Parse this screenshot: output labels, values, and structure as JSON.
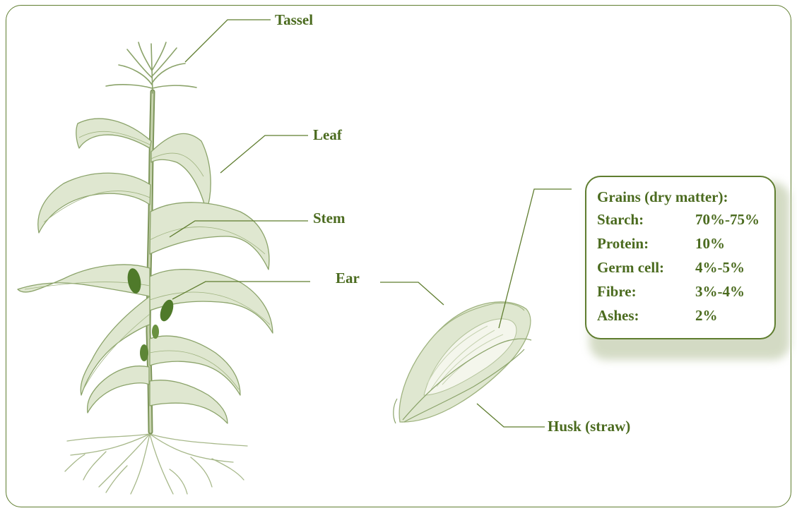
{
  "diagram": {
    "labels": {
      "tassel": "Tassel",
      "leaf": "Leaf",
      "stem": "Stem",
      "ear": "Ear",
      "husk": "Husk (straw)"
    },
    "composition": {
      "title": "Grains (dry matter):",
      "rows": [
        {
          "name": "Starch:",
          "value": "70%-75%"
        },
        {
          "name": "Protein:",
          "value": "10%"
        },
        {
          "name": "Germ cell:",
          "value": "4%-5%"
        },
        {
          "name": "Fibre:",
          "value": "3%-4%"
        },
        {
          "name": "Ashes:",
          "value": "2%"
        }
      ]
    }
  },
  "colors": {
    "accent": "#4b6b1f",
    "frame": "#5f7d2f",
    "plant": "#9aae78",
    "plant_dark": "#5d7a38"
  }
}
